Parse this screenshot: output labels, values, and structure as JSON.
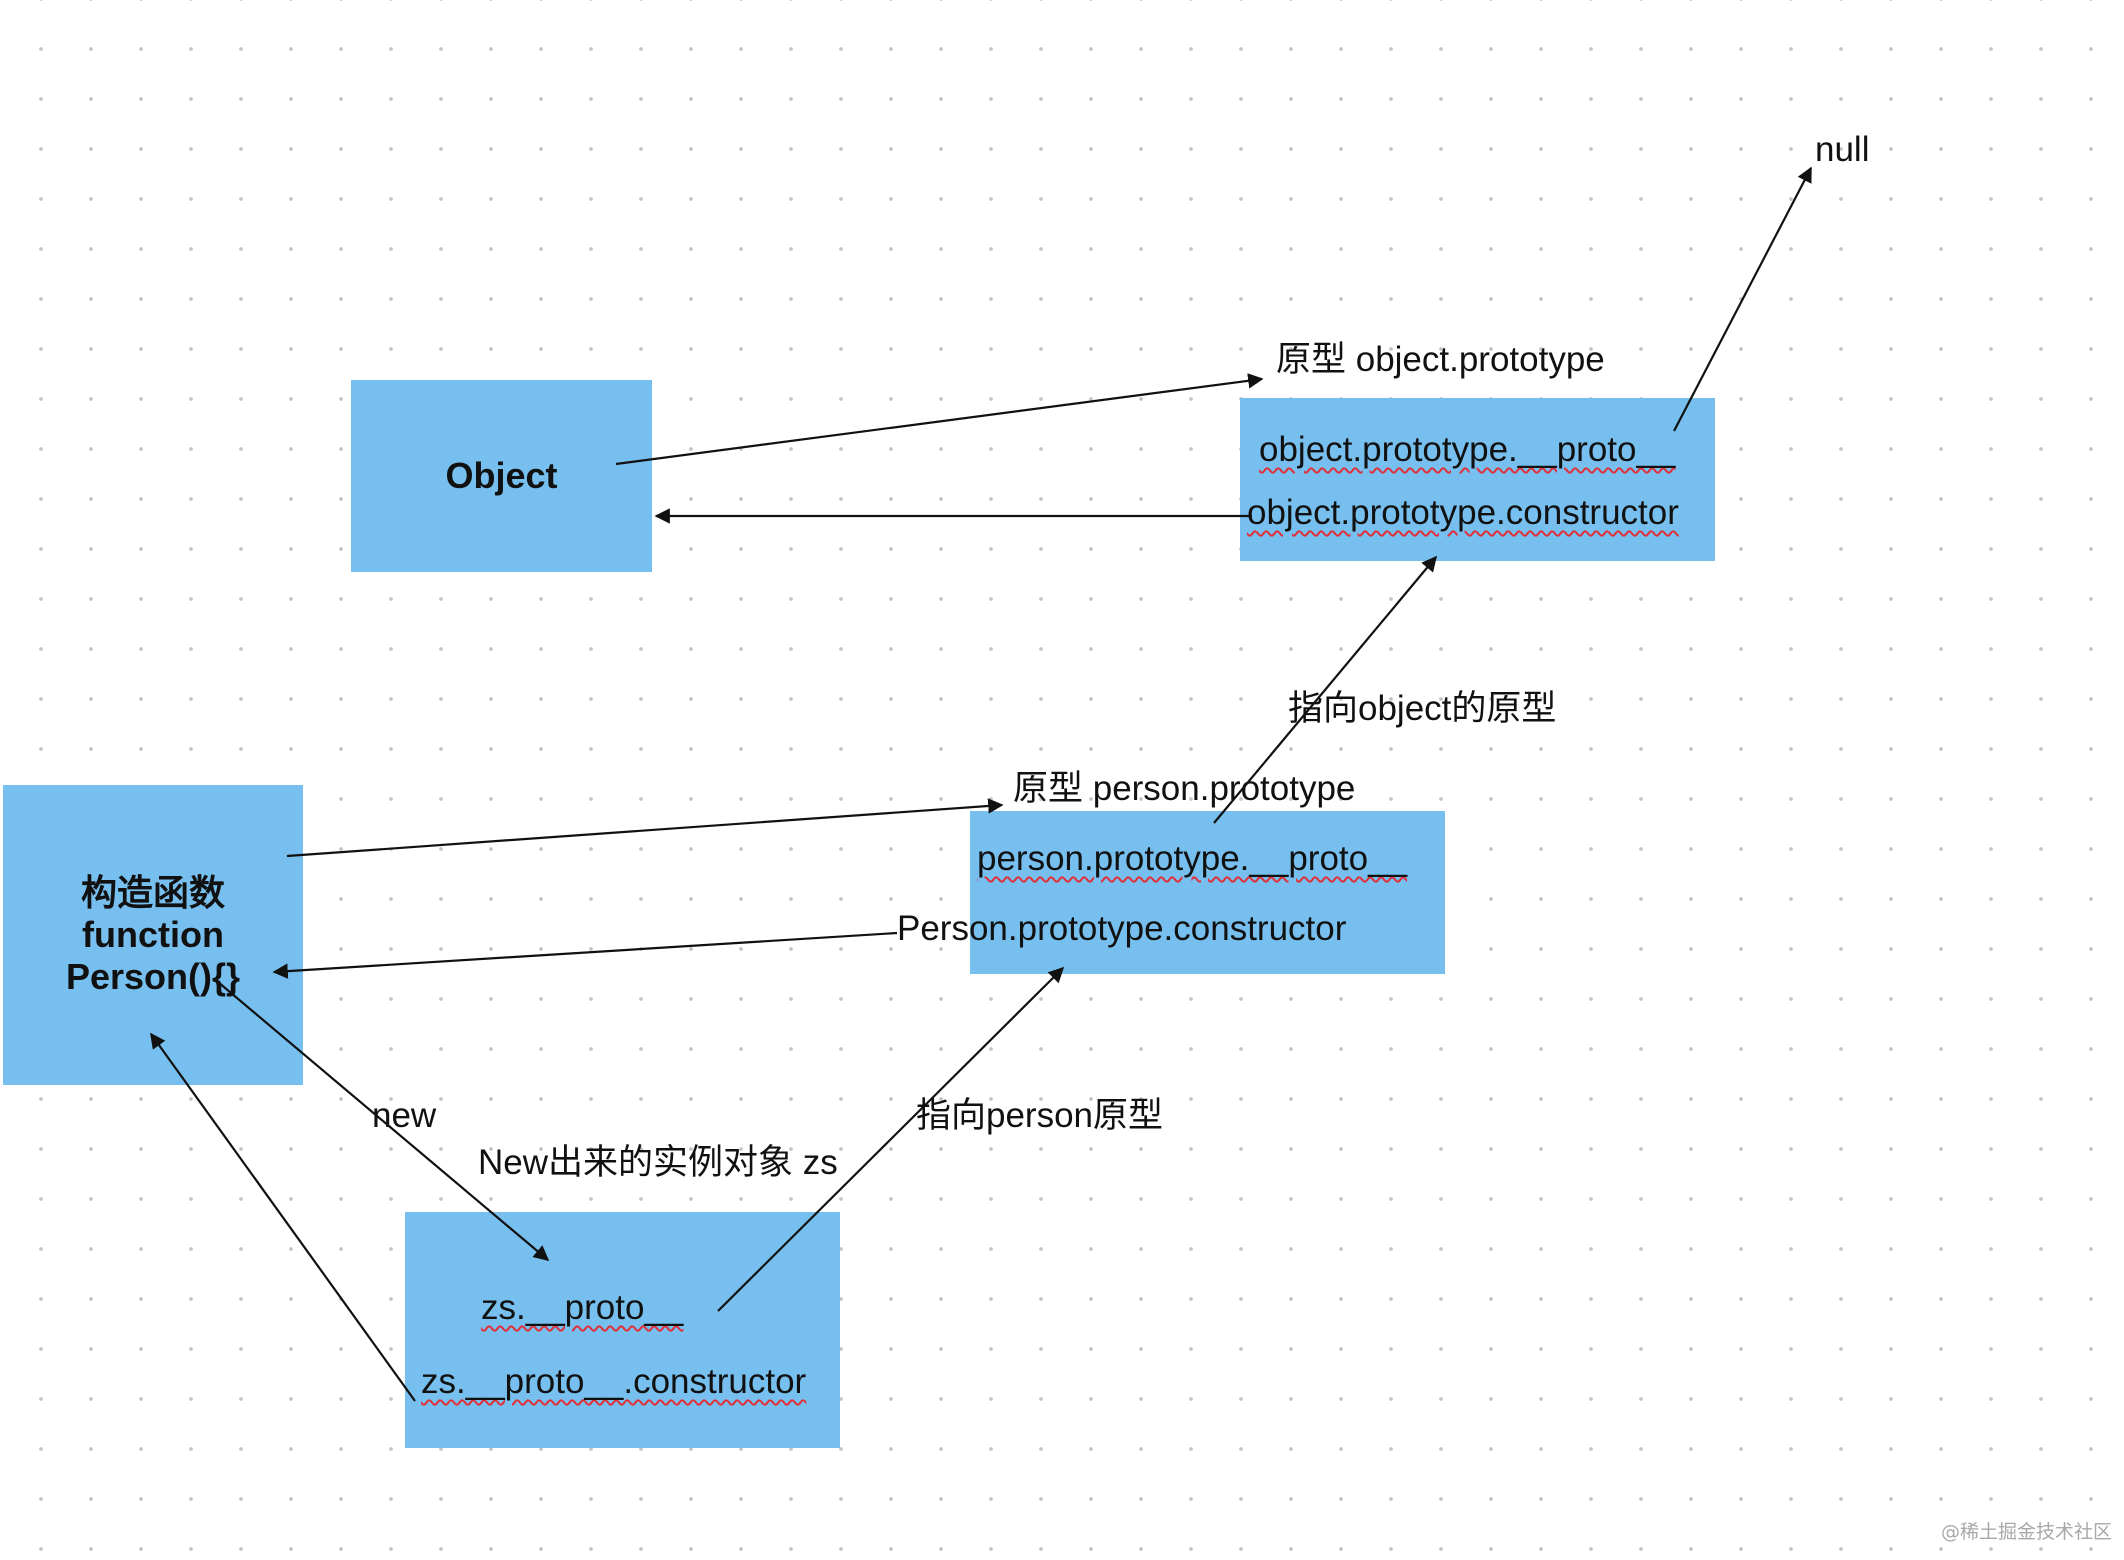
{
  "nodes": {
    "object": {
      "label": "Object"
    },
    "object_prototype": {
      "title": "原型 object.prototype",
      "proto": "object.prototype.__proto__",
      "constructor": "object.prototype.constructor"
    },
    "null": {
      "label": "null"
    },
    "person_constructor": {
      "lines": [
        "构造函数",
        "function",
        "Person(){}"
      ]
    },
    "person_prototype": {
      "title": "原型  person.prototype",
      "proto": "person.prototype.__proto__",
      "constructor": "Person.prototype.constructor"
    },
    "instance": {
      "title": "New出来的实例对象 zs",
      "proto": "zs.__proto__",
      "constructor": "zs.__proto__.constructor"
    }
  },
  "edge_labels": {
    "to_object_proto": "指向object的原型",
    "new": "new",
    "to_person_proto": "指向person原型"
  },
  "watermark": "@稀土掘金技术社区",
  "colors": {
    "box_fill": "#77bfee",
    "arrow": "#111111",
    "spellcheck": "#e0303a"
  }
}
